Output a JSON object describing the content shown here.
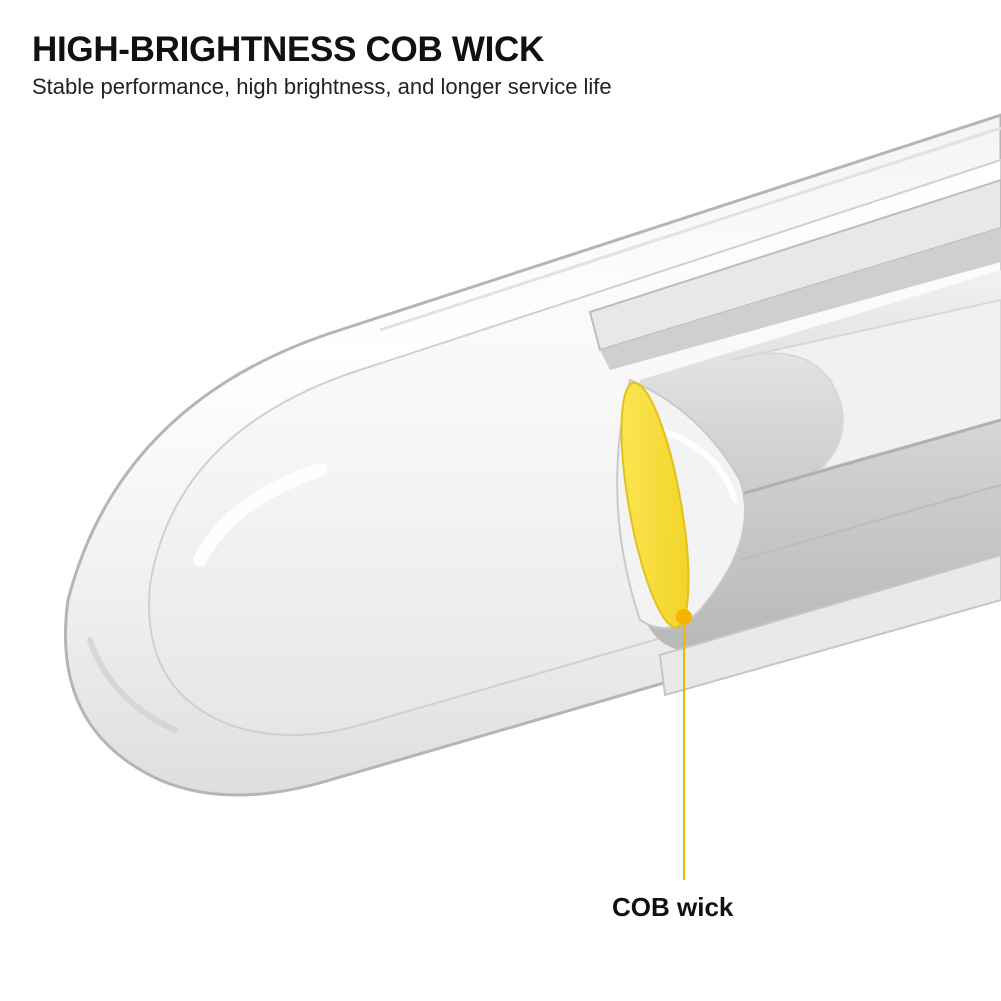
{
  "header": {
    "title": "HIGH-BRIGHTNESS COB WICK",
    "subtitle": "Stable performance, high brightness, and longer service life"
  },
  "callout": {
    "label": "COB wick"
  },
  "colors": {
    "accent_yellow": "#f7dd3a",
    "callout_line": "#f5b400",
    "glass_edge": "#b9b9b9",
    "metal": "#d4d4d4"
  }
}
